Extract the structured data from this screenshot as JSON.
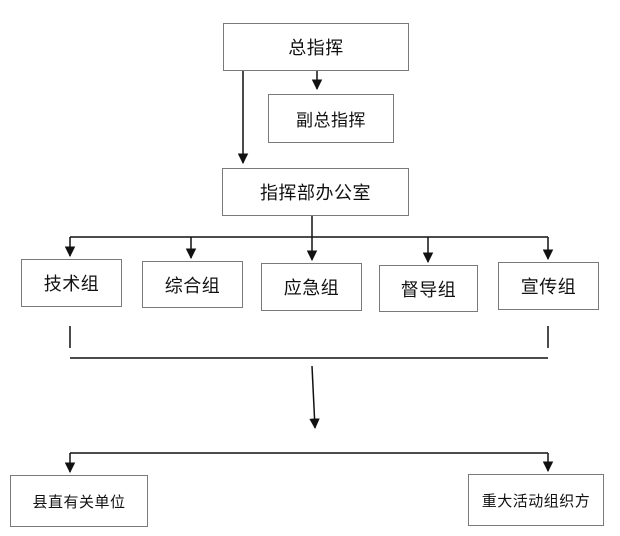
{
  "diagram": {
    "nodes": {
      "commander": "总指挥",
      "deputy_commander": "副总指挥",
      "command_office": "指挥部办公室",
      "tech_group": "技术组",
      "general_group": "综合组",
      "emergency_group": "应急组",
      "supervision_group": "督导组",
      "publicity_group": "宣传组",
      "county_units": "县直有关单位",
      "event_organizer": "重大活动组织方"
    }
  }
}
